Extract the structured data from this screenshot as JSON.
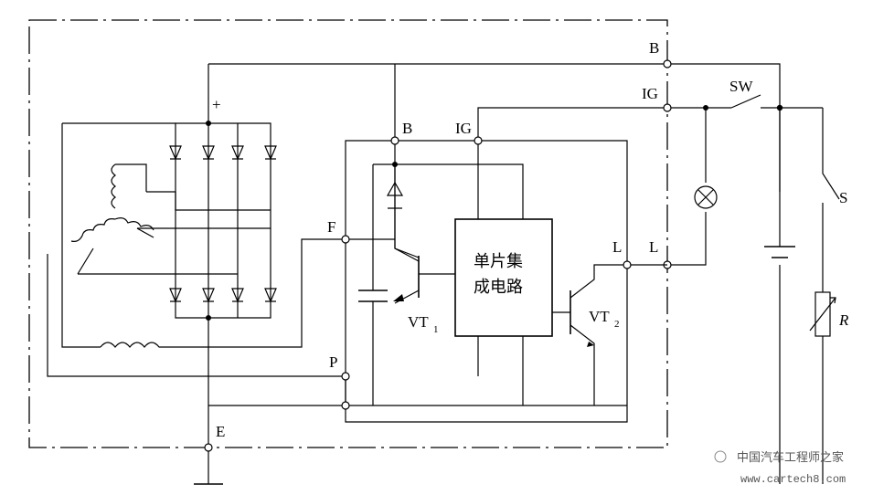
{
  "labels": {
    "b_top": "B",
    "ig_top": "IG",
    "sw": "SW",
    "plus": "+",
    "b_inner": "B",
    "ig_inner": "IG",
    "f": "F",
    "l_inner": "L",
    "l_outer": "L",
    "s": "S",
    "r": "R",
    "p": "P",
    "e": "E",
    "vt1": "VT",
    "vt1_sub": "1",
    "vt2": "VT",
    "vt2_sub": "2",
    "ic_line1": "单片集",
    "ic_line2": "成电路"
  },
  "watermark": {
    "line1": "中国汽车工程师之家",
    "line2": "www.cartech8.com"
  }
}
